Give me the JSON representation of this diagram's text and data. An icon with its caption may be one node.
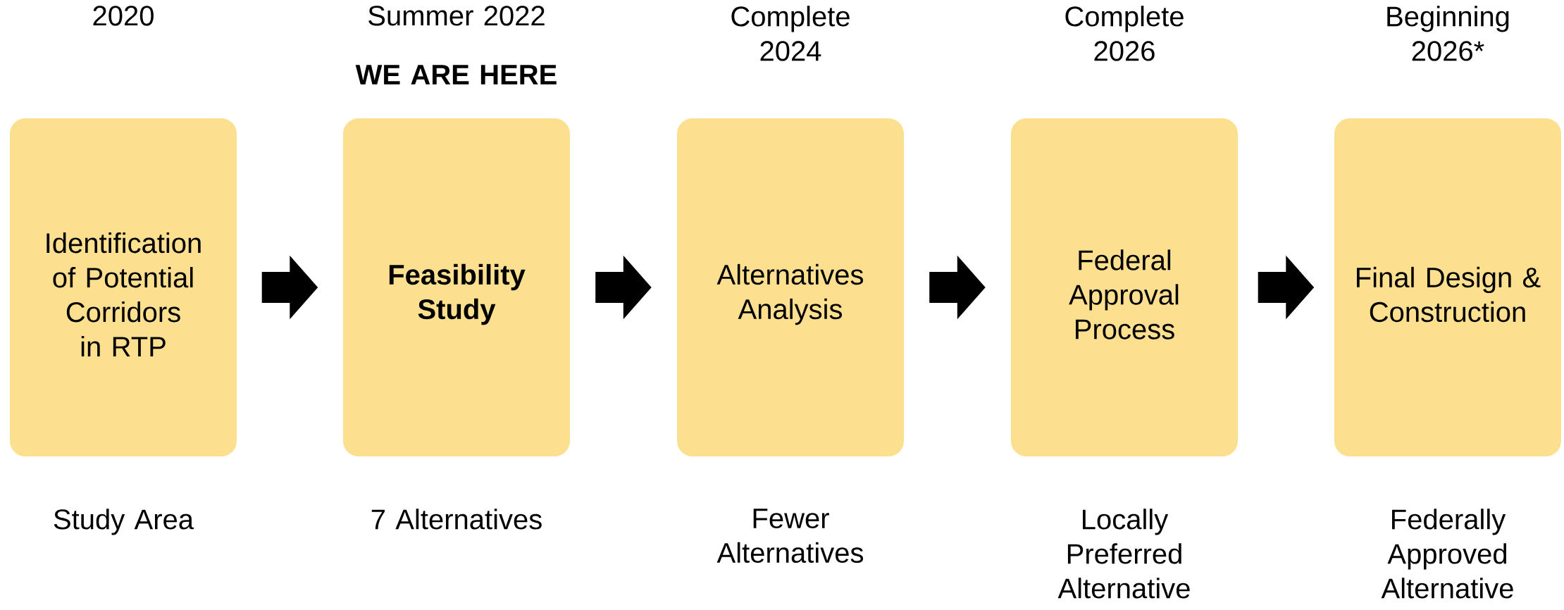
{
  "diagram": {
    "nodes": [
      {
        "text": [
          "Identification of Potential Corridors in RTP"
        ],
        "beside": [
          "2020",
          "Study Area"
        ]
      },
      {
        "text": [
          "Feasibility Study"
        ],
        "beside": [
          "Summer 2022",
          "WE ARE HERE",
          "7 Alternatives"
        ]
      },
      {
        "text": [
          "Alternatives Analysis"
        ],
        "beside": [
          "Complete 2024",
          "Fewer Alternatives"
        ]
      },
      {
        "text": [
          "Federal Approval Process"
        ],
        "beside": [
          "Complete 2026",
          "Locally Preferred Alternative"
        ]
      },
      {
        "text": [
          "Final Design & Construction"
        ],
        "beside": [
          "Beginning 2026*",
          "Federally Approved Alternative"
        ]
      }
    ],
    "edges": [
      {
        "from": 0,
        "to": 1,
        "arrow": "to"
      },
      {
        "from": 1,
        "to": 2,
        "arrow": "to"
      },
      {
        "from": 2,
        "to": 3,
        "arrow": "to"
      },
      {
        "from": 3,
        "to": 4,
        "arrow": "to"
      }
    ]
  }
}
